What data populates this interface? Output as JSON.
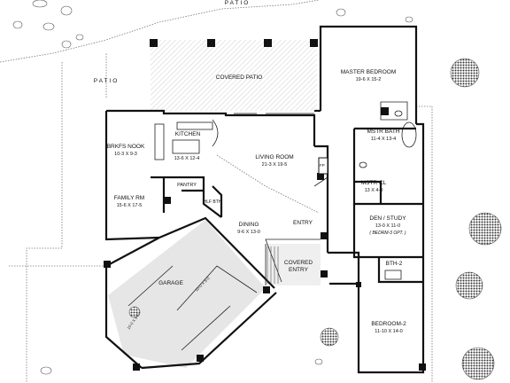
{
  "rooms": [
    {
      "key": "patio_top",
      "name": "PATIO",
      "dim": ""
    },
    {
      "key": "patio_left",
      "name": "PATIO",
      "dim": ""
    },
    {
      "key": "covered_patio",
      "name": "COVERED PATIO",
      "dim": ""
    },
    {
      "key": "master_bed",
      "name": "MASTER BEDROOM",
      "dim": "19-6  X  15-2"
    },
    {
      "key": "mstr_bath",
      "name": "MSTR BATH",
      "dim": "11-4 X 13-4"
    },
    {
      "key": "mstr_cl",
      "name": "MSTR CL",
      "dim": "13 X 4-0"
    },
    {
      "key": "brkfs_nook",
      "name": "BRKFS NOOK",
      "dim": "10-3  X  9-3"
    },
    {
      "key": "kitchen",
      "name": "KITCHEN",
      "dim": "13-6 X 12-4"
    },
    {
      "key": "living_room",
      "name": "LIVING ROOM",
      "dim": "21-3  X  19-5"
    },
    {
      "key": "family_rm",
      "name": "FAMILY RM",
      "dim": "15-6  X  17-5"
    },
    {
      "key": "pantry",
      "name": "PANTRY",
      "dim": ""
    },
    {
      "key": "hlf_bth",
      "name": "HLF BTH",
      "dim": ""
    },
    {
      "key": "dining",
      "name": "DINING",
      "dim": "9-6  X  13-0"
    },
    {
      "key": "entry",
      "name": "ENTRY",
      "dim": ""
    },
    {
      "key": "covered_entry",
      "name": "COVERED ENTRY",
      "dim": ""
    },
    {
      "key": "den_study",
      "name": "DEN / STUDY",
      "dim": "13-0  X  11-0",
      "note": "( BEDRM-3 OPT. )"
    },
    {
      "key": "bth2",
      "name": "BTH-2",
      "dim": ""
    },
    {
      "key": "garage",
      "name": "GARAGE",
      "dim": ""
    },
    {
      "key": "bedroom2",
      "name": "BEDROOM-2",
      "dim": "11-10  X  14-0"
    }
  ],
  "fireplace_label": "FP",
  "garage_door_labels": [
    "10-0 X 8-0",
    "10-0 X 8-0"
  ],
  "colors": {
    "wall": "#111111",
    "slab": "#e6e6e6",
    "hatch": "#cfcfcf",
    "landscape": "#555555"
  }
}
